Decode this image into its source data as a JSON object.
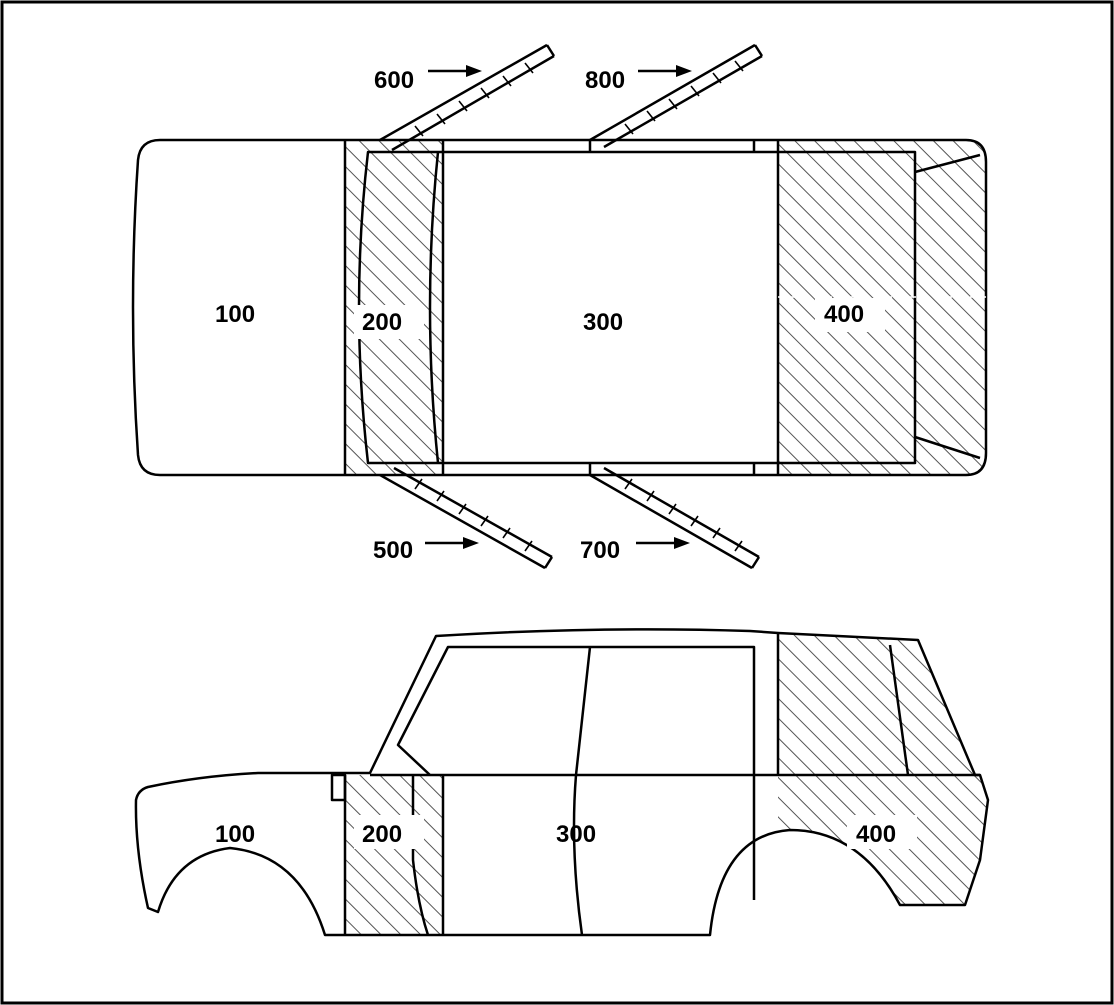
{
  "top_view": {
    "labels": {
      "front": "100",
      "zone_front_door": "200",
      "zone_center": "300",
      "zone_rear": "400",
      "door_front_left": "500",
      "door_front_right": "600",
      "door_rear_left": "700",
      "door_rear_right": "800"
    }
  },
  "side_view": {
    "labels": {
      "front": "100",
      "zone_front_door": "200",
      "zone_center": "300",
      "zone_rear": "400"
    }
  },
  "colors": {
    "line": "#000000",
    "background": "#ffffff",
    "hatch": "#555555"
  }
}
